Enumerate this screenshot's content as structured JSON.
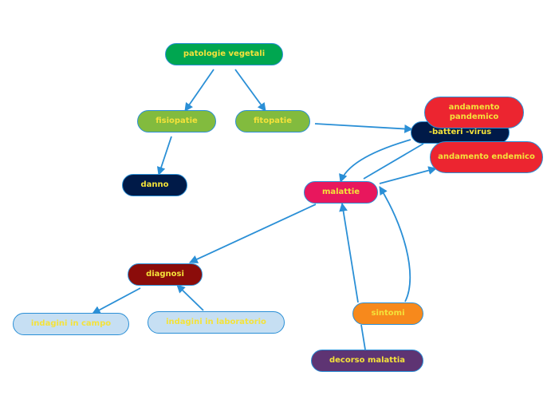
{
  "nodes": {
    "patologie": "patologie vegetali",
    "fisiopatie": "fisiopatie",
    "fitopatie": "fitopatie",
    "danno": "danno",
    "batteri": "-batteri -virus",
    "pandemico": "andamento pandemico",
    "endemico": "andamento endemico",
    "malattie": "malattie",
    "diagnosi": "diagnosi",
    "campo": "indagini in campo",
    "laboratorio": "indagini in laboratorio",
    "sintomi": "sintomi",
    "decorso": "decorso malattia"
  },
  "colors": {
    "edge": "#2a8fd6",
    "label_text": "#f4e23a",
    "green": "#00a650",
    "light_green": "#82bb3e",
    "navy": "#001a48",
    "red": "#ec2530",
    "crimson": "#e8175d",
    "dark_red": "#8b0c0a",
    "light_blue": "#c6dff3",
    "orange": "#f7891c",
    "purple": "#5e3473"
  }
}
